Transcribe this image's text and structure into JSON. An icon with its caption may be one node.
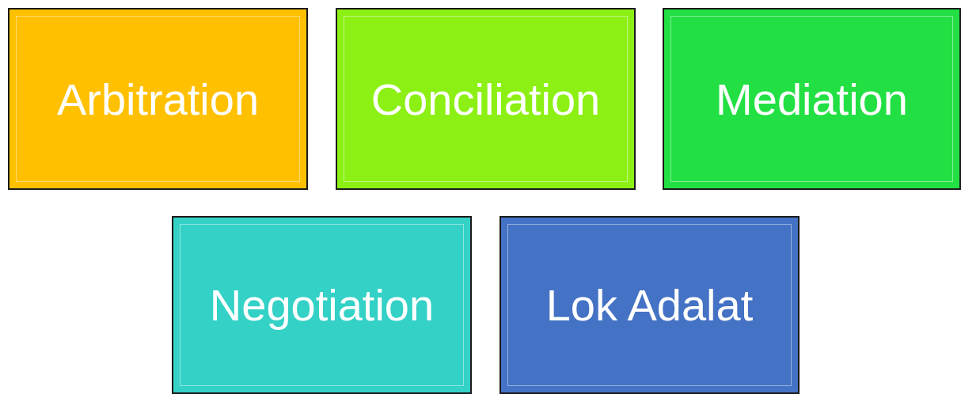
{
  "diagram": {
    "nodes": [
      {
        "text": [
          "Arbitration"
        ]
      },
      {
        "text": [
          "Conciliation"
        ]
      },
      {
        "text": [
          "Mediation"
        ]
      },
      {
        "text": [
          "Negotiation"
        ]
      },
      {
        "text": [
          "Lok Adalat"
        ]
      }
    ]
  }
}
